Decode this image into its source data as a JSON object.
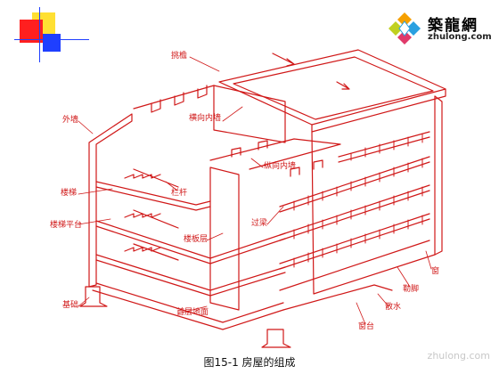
{
  "caption": "图15-1 房屋的组成",
  "logo": {
    "name": "築龍網",
    "url": "zhulong.com"
  },
  "watermark": "zhulong.com",
  "colors": {
    "line": "#d01818",
    "label": "#d01818",
    "deco_red": "#ff1f1f",
    "deco_blue": "#1f3fff",
    "deco_yellow": "#ffe033"
  },
  "labels": {
    "parapet": "挑檐",
    "cross_wall": "横向内墙",
    "exterior_wall": "外墙",
    "long_wall": "纵向内墙",
    "railing": "栏杆",
    "stair": "楼梯",
    "lintel": "过梁",
    "stair_landing": "楼梯平台",
    "floor_slab": "楼板层",
    "window": "窗",
    "skirting": "勒脚",
    "foundation": "基础",
    "ground_floor": "首层地面",
    "sill": "窗台",
    "apron": "散水"
  }
}
